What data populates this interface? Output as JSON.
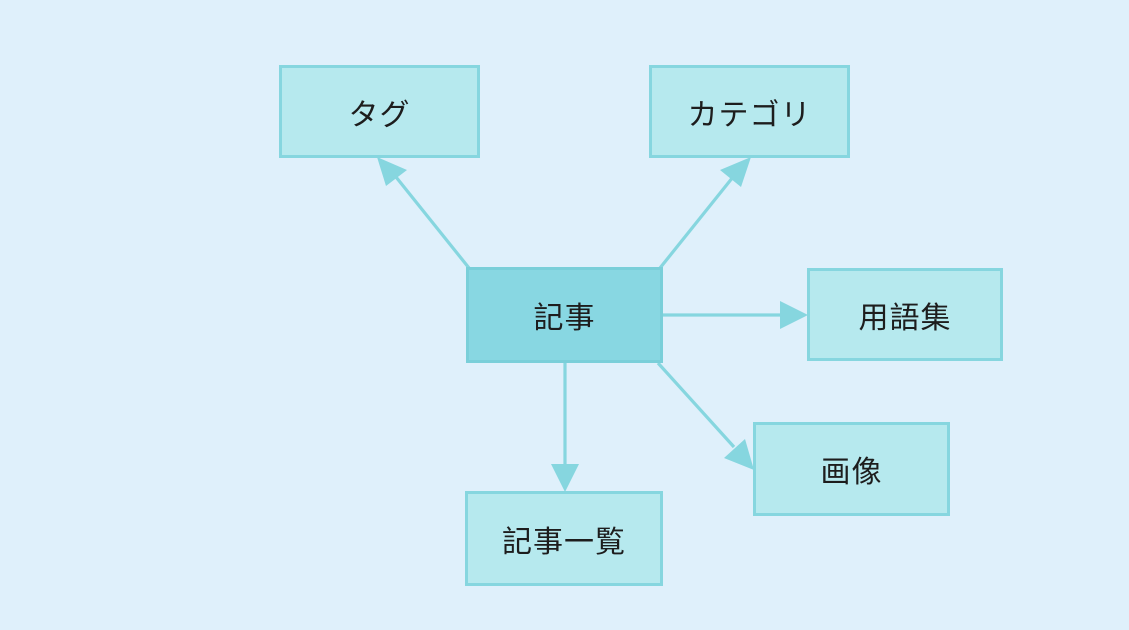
{
  "diagram": {
    "nodes": {
      "tag": "タグ",
      "category": "カテゴリ",
      "article": "記事",
      "glossary": "用語集",
      "image": "画像",
      "article_list": "記事一覧"
    },
    "edges": [
      {
        "from": "article",
        "to": "tag"
      },
      {
        "from": "article",
        "to": "category"
      },
      {
        "from": "article",
        "to": "glossary"
      },
      {
        "from": "article",
        "to": "image"
      },
      {
        "from": "article",
        "to": "article_list"
      }
    ],
    "colors": {
      "background": "#dff0fb",
      "node_fill": "#b6e9ee",
      "center_node_fill": "#88d7e2",
      "edge": "#86d6df",
      "text": "#1d1d1d"
    }
  }
}
